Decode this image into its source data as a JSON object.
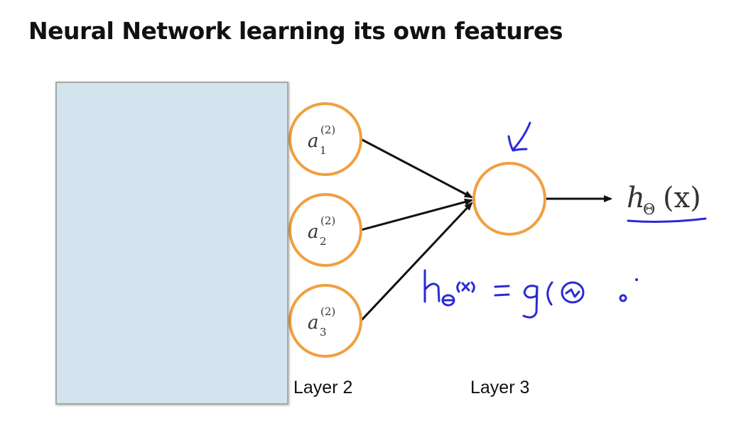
{
  "slide": {
    "title": "Neural Network learning its own features"
  },
  "layers": [
    {
      "label": "Layer 2",
      "nodes": [
        {
          "base": "a",
          "subscript": "1",
          "superscript": "(2)"
        },
        {
          "base": "a",
          "subscript": "2",
          "superscript": "(2)"
        },
        {
          "base": "a",
          "subscript": "3",
          "superscript": "(2)"
        }
      ]
    },
    {
      "label": "Layer 3",
      "nodes": [
        {
          "base": "",
          "subscript": "",
          "superscript": ""
        }
      ]
    }
  ],
  "output": {
    "label_base": "h",
    "label_subscript": "Θ",
    "label_arg": "(x)"
  },
  "handwriting": {
    "equation": "hΘ(x) = g(Θ ·",
    "arrow": "pointing-down-left-arrow",
    "color": "#2a2ad6"
  },
  "colors": {
    "node_stroke": "#f0a040",
    "cover": "#d3e4ee",
    "edge": "#111111"
  }
}
